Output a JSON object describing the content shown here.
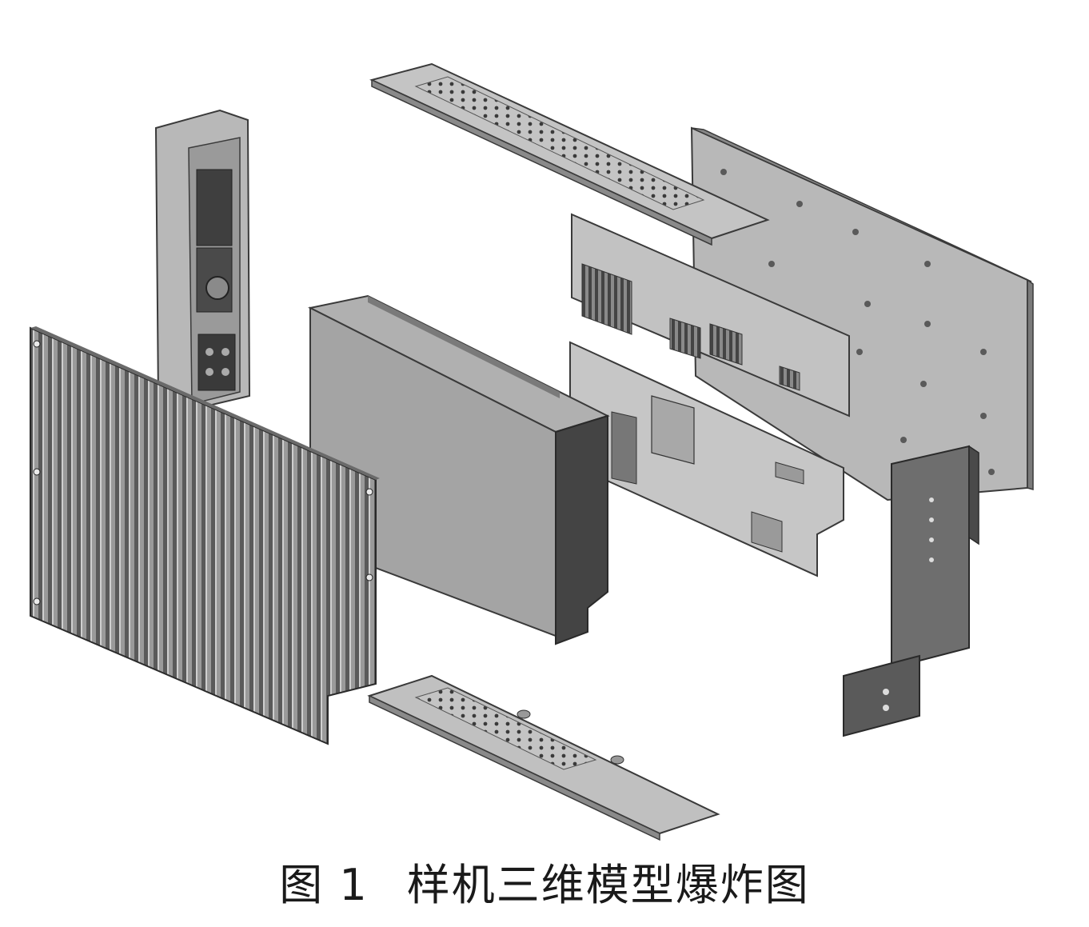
{
  "figure": {
    "caption_number": "图 1",
    "caption_title": "样机三维模型爆炸图",
    "colors": {
      "background": "#ffffff",
      "panel_light": "#c9c9c9",
      "panel_mid": "#a9a9a9",
      "panel_dark": "#6e6e6e",
      "outline": "#3a3a3a",
      "component_dark": "#4a4a4a"
    },
    "components": [
      "heatsink-panel",
      "connector-front-panel",
      "electronics-module",
      "top-perforated-cover",
      "circuit-board-upper",
      "circuit-board-lower",
      "rear-housing-plate",
      "bottom-perforated-cover",
      "mounting-bracket"
    ]
  }
}
